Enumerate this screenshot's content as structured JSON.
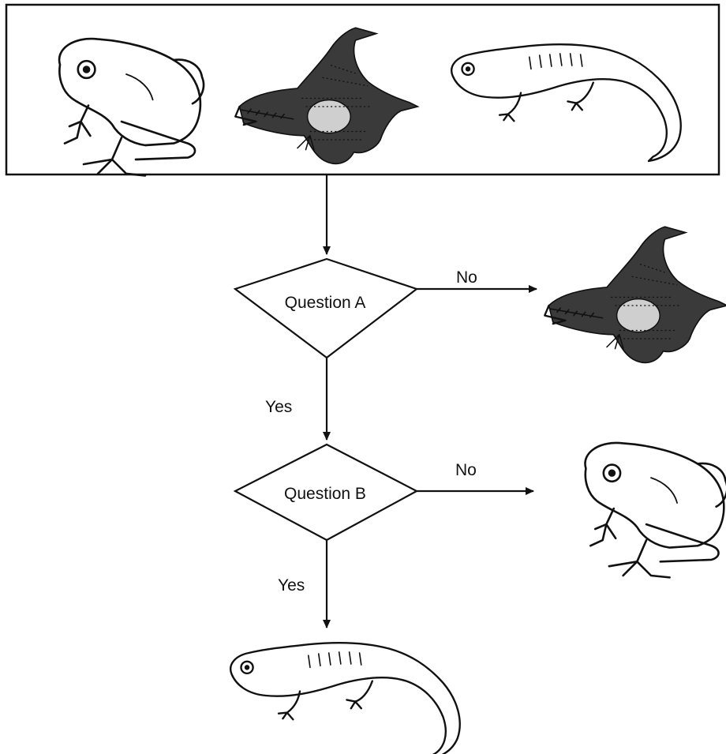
{
  "flowchart": {
    "question_a": "Question A",
    "question_b": "Question B",
    "no_a": "No",
    "no_b": "No",
    "yes_a": "Yes",
    "yes_b": "Yes"
  },
  "animals": {
    "top_group": [
      "frog-icon",
      "alligator-icon",
      "salamander-icon"
    ],
    "outcome_no_a": "alligator-icon",
    "outcome_no_b": "frog-icon",
    "outcome_yes_b": "salamander-icon"
  }
}
